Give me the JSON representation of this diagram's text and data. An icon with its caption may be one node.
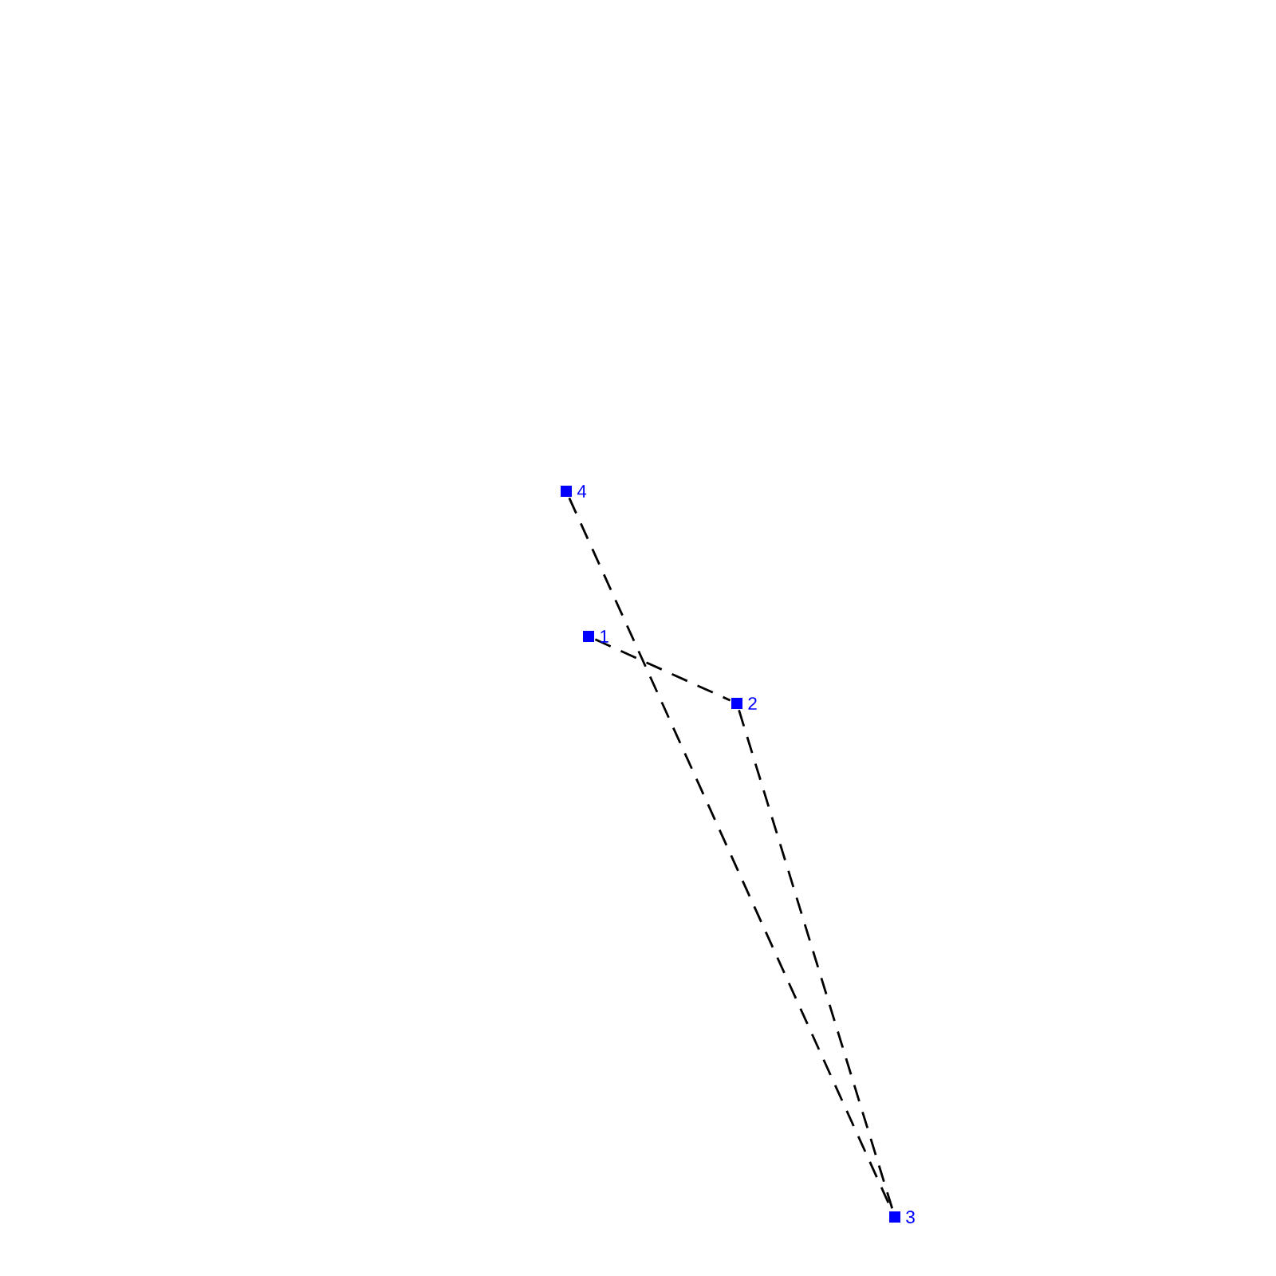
{
  "diagram": {
    "nodes": [
      {
        "text": [],
        "shape": "box",
        "beside": [
          "1"
        ]
      },
      {
        "text": [],
        "shape": "box",
        "beside": [
          "2"
        ]
      },
      {
        "text": [],
        "shape": "box",
        "beside": [
          "3"
        ]
      },
      {
        "text": [],
        "shape": "box",
        "beside": [
          "4"
        ]
      }
    ],
    "edges": [
      {
        "from": 0,
        "to": 1,
        "arrow": "none",
        "style": "dashed"
      },
      {
        "from": 1,
        "to": 2,
        "arrow": "none",
        "style": "dashed"
      },
      {
        "from": 3,
        "to": 2,
        "arrow": "none",
        "style": "dashed"
      }
    ]
  }
}
